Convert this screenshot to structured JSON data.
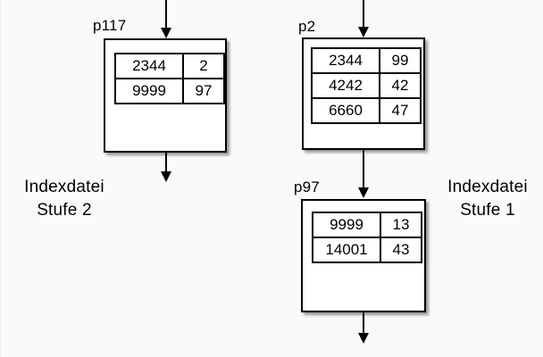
{
  "nodes": [
    {
      "label": "p117",
      "rows": [
        [
          "2344",
          "2"
        ],
        [
          "9999",
          "97"
        ]
      ]
    },
    {
      "label": "p2",
      "rows": [
        [
          "2344",
          "99"
        ],
        [
          "4242",
          "42"
        ],
        [
          "6660",
          "47"
        ]
      ]
    },
    {
      "label": "p97",
      "rows": [
        [
          "9999",
          "13"
        ],
        [
          "14001",
          "43"
        ]
      ]
    }
  ],
  "captions": {
    "left": {
      "line1": "Indexdatei",
      "line2": "Stufe 2"
    },
    "right": {
      "line1": "Indexdatei",
      "line2": "Stufe 1"
    }
  },
  "colors": {
    "line": "#000000",
    "text": "#000000",
    "box_background": "#ffffff",
    "page_background": "#fbfaf9"
  }
}
